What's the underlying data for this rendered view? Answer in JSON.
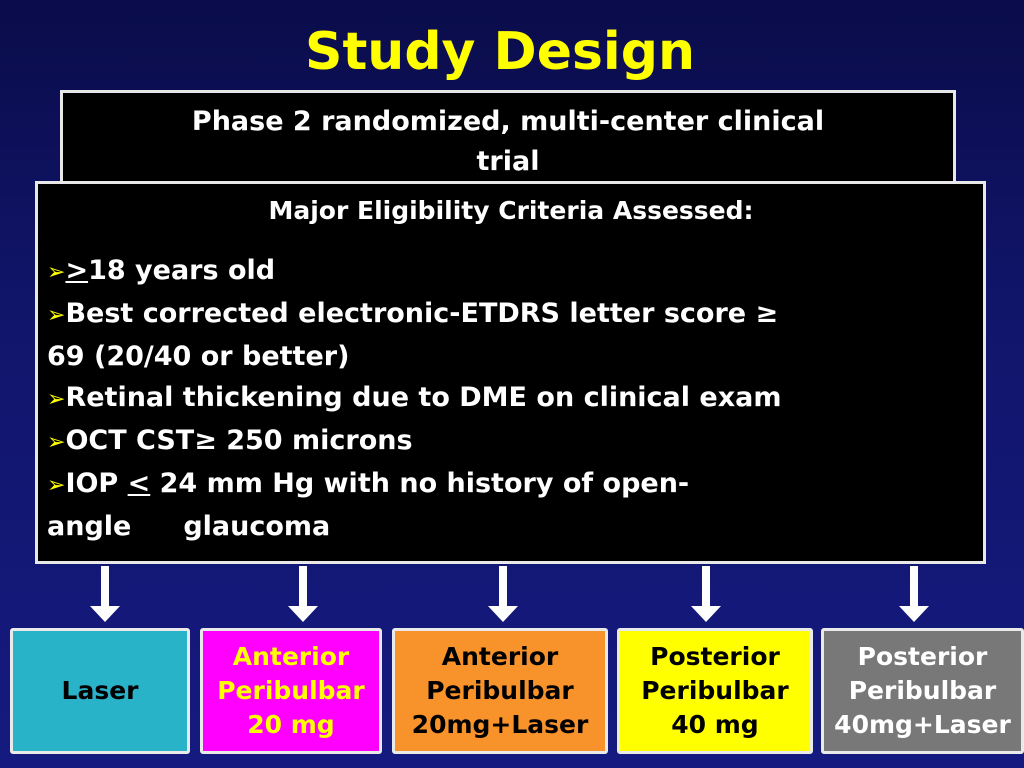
{
  "title": "Study Design",
  "trial_box": {
    "line1": "Phase 2 randomized, multi-center clinical",
    "line2": "trial"
  },
  "criteria_box": {
    "heading": "Major Eligibility Criteria Assessed:",
    "bullet_glyph": "➢",
    "items": [
      {
        "prefix": ">",
        "text": "18 years old"
      },
      {
        "line1": "Best corrected electronic-ETDRS letter score ≥",
        "line2": "69 (20/40 or better)"
      },
      {
        "text": "Retinal thickening due to DME on clinical exam"
      },
      {
        "text": "OCT CST≥ 250 microns"
      },
      {
        "before": "IOP ",
        "symbol": "<",
        "after": " 24 mm Hg with no history of open-",
        "line2a": "angle",
        "line2b": "glaucoma"
      }
    ]
  },
  "arms": [
    {
      "lines": [
        "Laser"
      ],
      "color": "#29b3c9"
    },
    {
      "lines": [
        "Anterior",
        "Peribulbar",
        "20 mg"
      ],
      "color": "#ff00ff"
    },
    {
      "lines": [
        "Anterior",
        "Peribulbar",
        "20mg+Laser"
      ],
      "color": "#f8922b"
    },
    {
      "lines": [
        "Posterior",
        "Peribulbar",
        "40 mg"
      ],
      "color": "#ffff00"
    },
    {
      "lines": [
        "Posterior",
        "Peribulbar",
        "40mg+Laser"
      ],
      "color": "#787878"
    }
  ],
  "colors": {
    "title": "#ffff00",
    "background": "#11156a",
    "bullet": "#ffff00"
  }
}
